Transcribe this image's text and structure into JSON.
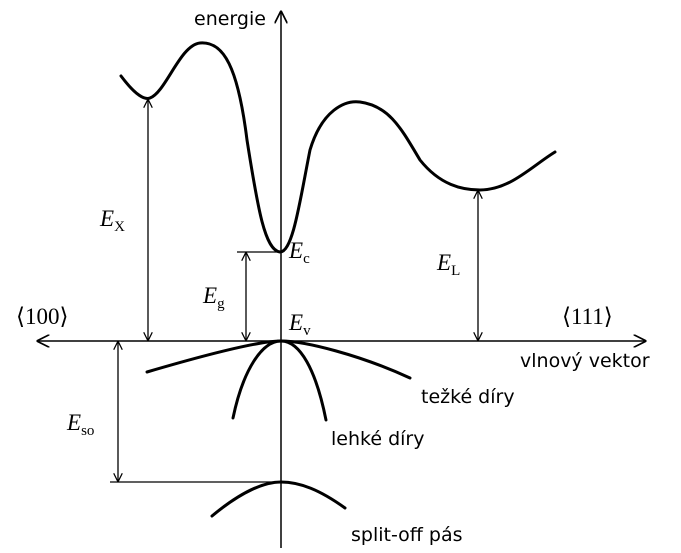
{
  "axes": {
    "vertical_label": "energie",
    "horizontal_label": "vlnový vektor",
    "left_direction": "⟨100⟩",
    "right_direction": "⟨111⟩"
  },
  "levels": {
    "Ec": {
      "main": "E",
      "sub": "c"
    },
    "Ev": {
      "main": "E",
      "sub": "v"
    },
    "Eg": {
      "main": "E",
      "sub": "g"
    },
    "EX": {
      "main": "E",
      "sub": "X"
    },
    "EL": {
      "main": "E",
      "sub": "L"
    },
    "Eso": {
      "main": "E",
      "sub": "so"
    }
  },
  "bands": {
    "heavy_holes": "težké díry",
    "light_holes": "lehké díry",
    "split_off": "split-off pás"
  }
}
